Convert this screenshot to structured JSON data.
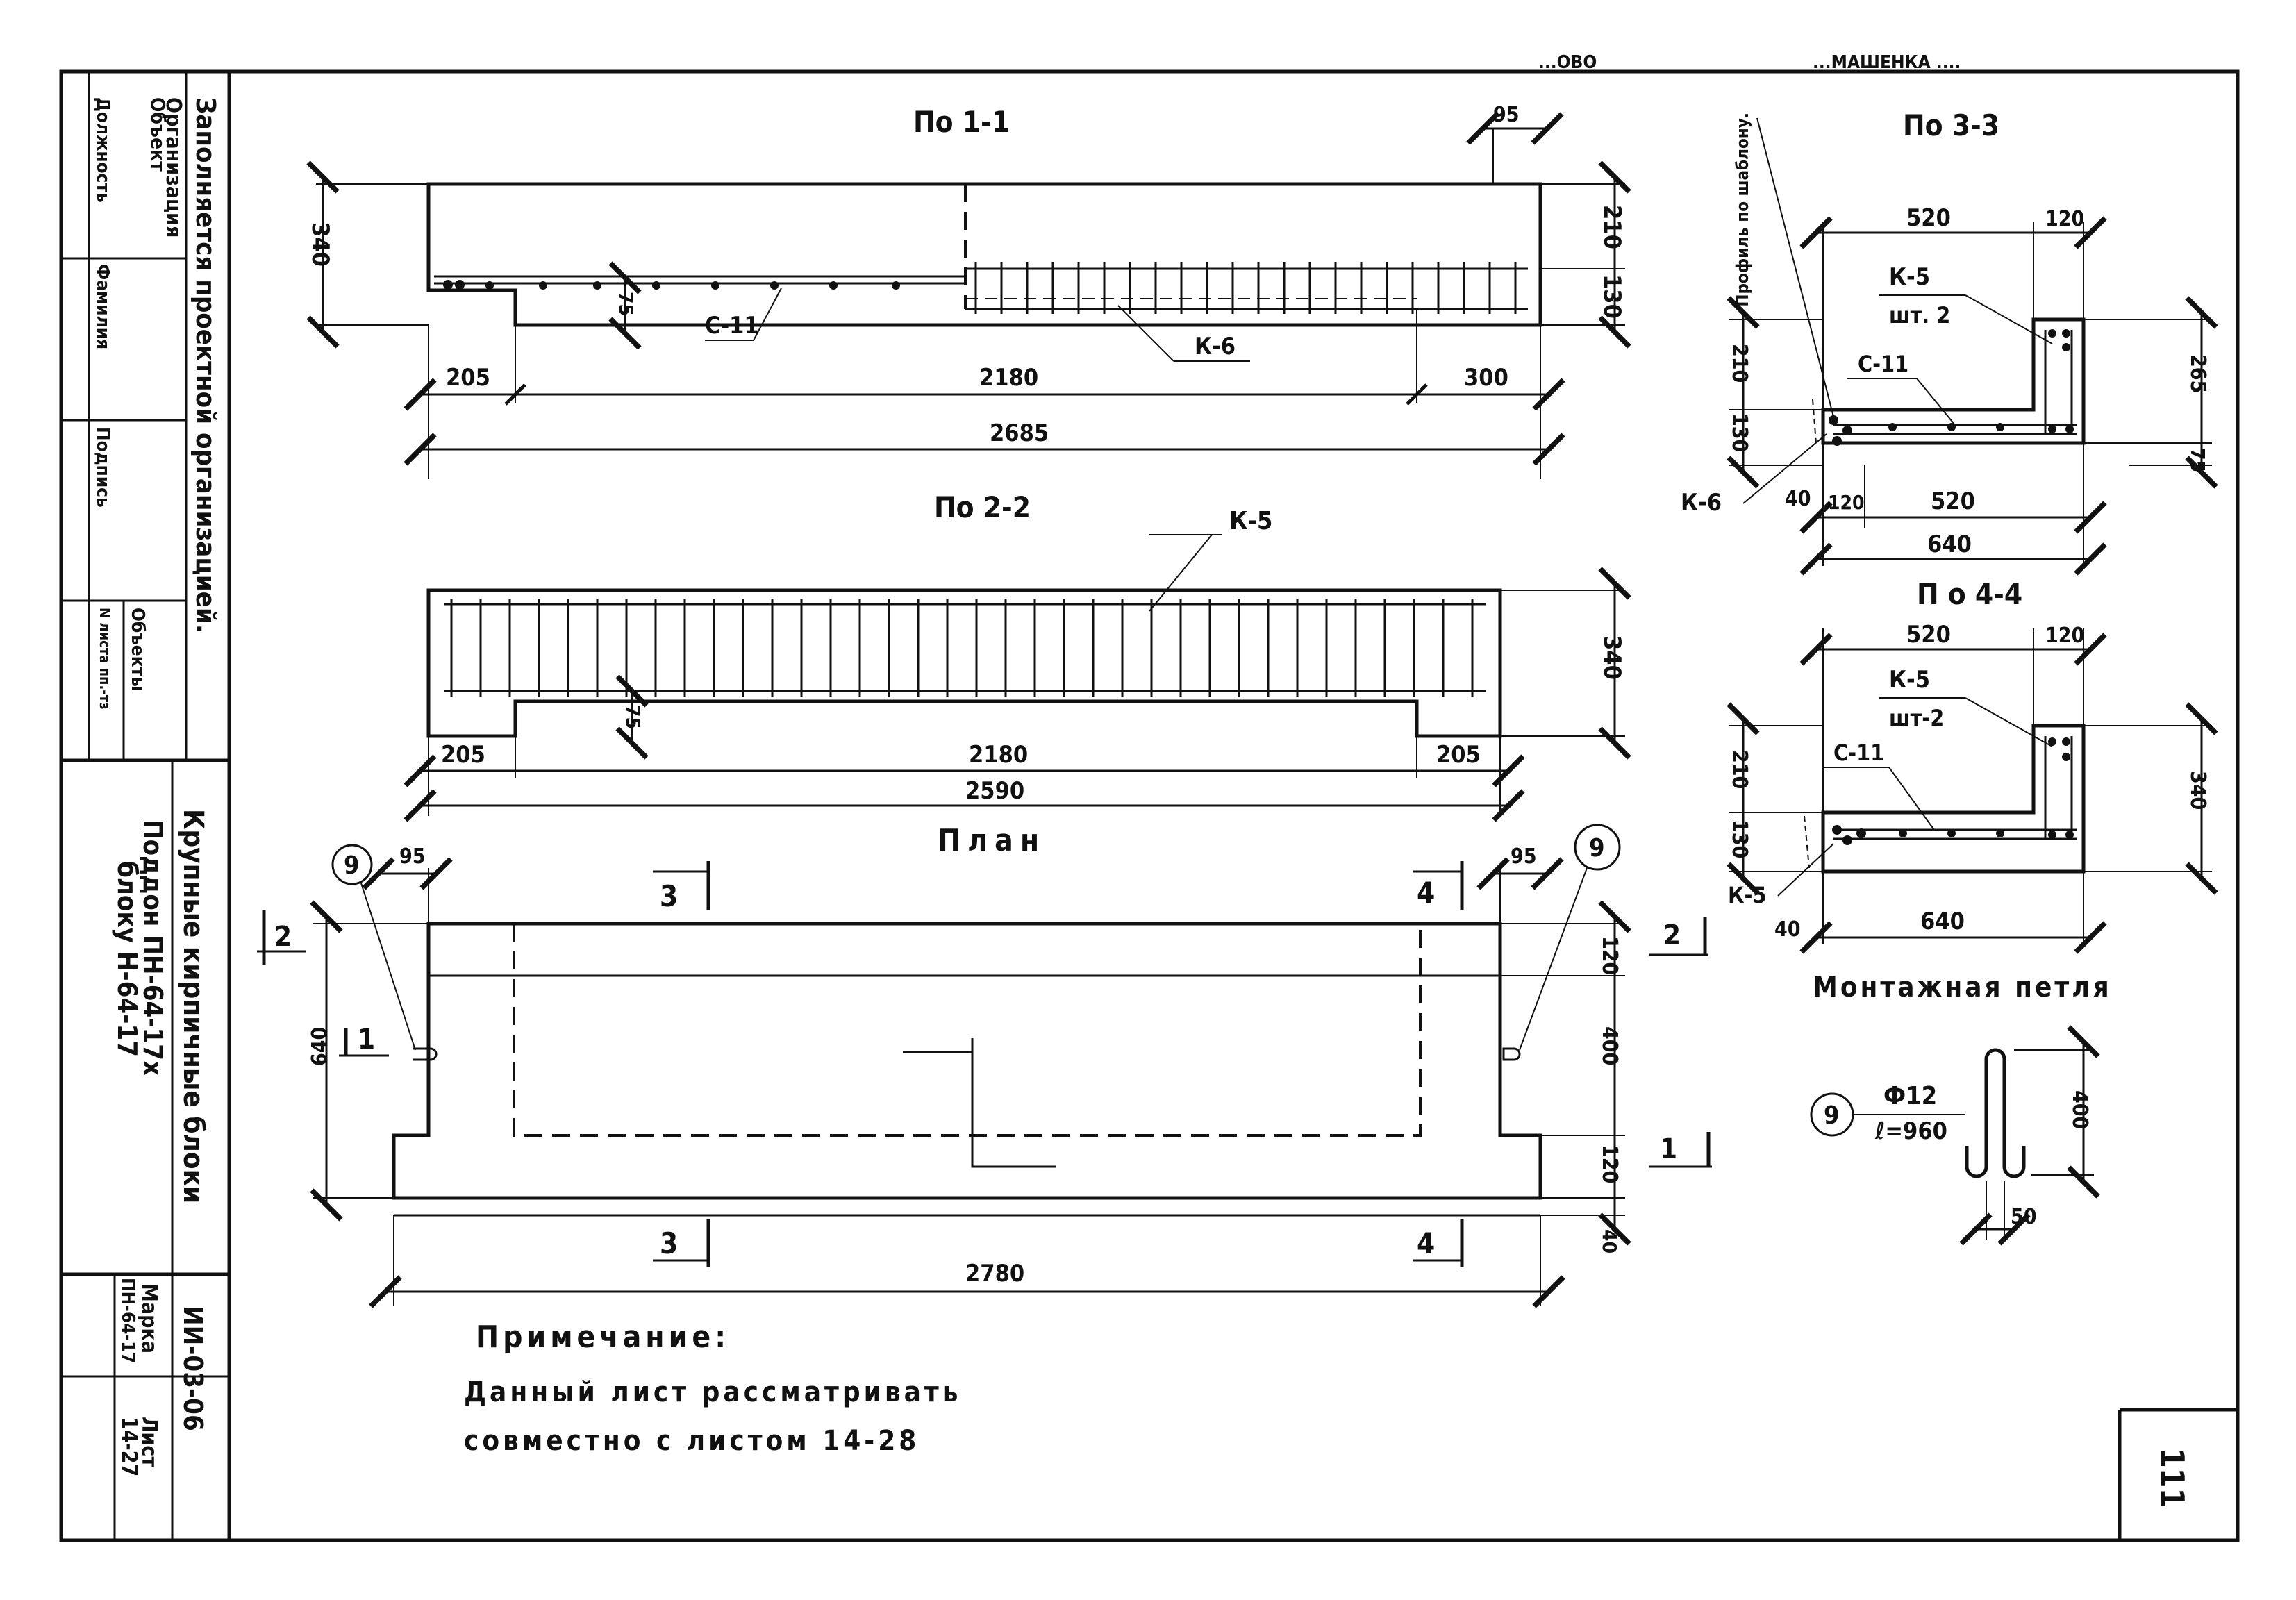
{
  "stamp": {
    "header": "Заполняется проектной организацией.",
    "organization_label": "Организация",
    "object_label": "Объект",
    "position_label": "Должность",
    "surname_label": "Фамилия",
    "signature_label": "Подпись",
    "objects_label": "Объекты",
    "sheet_no_label": "N листа пп.-тз",
    "title": "Крупные кирпичные блоки",
    "subtitle_1": "Поддон ПН-64-17х",
    "subtitle_2": "блоку Н-64-17",
    "series": "ИИ-03-06",
    "mark_label": "Марка",
    "mark_value": "ПН-64-17",
    "sheet_label": "Лист",
    "sheet_value": "14-27"
  },
  "top_clipped_text": [
    "...ОВО",
    "...МАШЕНКА ...."
  ],
  "page_number": "111",
  "sections": {
    "s11": {
      "title": "По 1-1",
      "dims": [
        "95",
        "340",
        "210",
        "130",
        "75",
        "205",
        "2180",
        "300",
        "2685"
      ],
      "labels": [
        "С-11",
        "К-6"
      ]
    },
    "s22": {
      "title": "По 2-2",
      "dims": [
        "340",
        "75",
        "205",
        "2180",
        "205",
        "2590"
      ],
      "labels": [
        "К-5"
      ]
    },
    "s33": {
      "title": "По 3-3",
      "dims": [
        "520",
        "120",
        "210",
        "130",
        "265",
        "75",
        "40",
        "120",
        "520",
        "640"
      ],
      "labels": [
        "К-5",
        "шт. 2",
        "С-11",
        "К-6"
      ],
      "note": "Профиль по шаблону."
    },
    "s44": {
      "title": "П о 4-4",
      "dims": [
        "520",
        "120",
        "210",
        "130",
        "340",
        "40",
        "640"
      ],
      "labels": [
        "К-5",
        "шт-2",
        "С-11",
        "К-5"
      ]
    },
    "plan": {
      "title": "План",
      "dims": [
        "95",
        "95",
        "640",
        "120",
        "400",
        "120",
        "40",
        "2780"
      ],
      "marks": [
        "9",
        "9"
      ],
      "cuts": [
        "1",
        "1",
        "2",
        "2",
        "3",
        "3",
        "4",
        "4"
      ]
    }
  },
  "loop": {
    "title": "Монтажная петля",
    "mark": "9",
    "diameter": "Ф12",
    "length": "ℓ=960",
    "dims": [
      "400",
      "50"
    ]
  },
  "note": {
    "title": "Примечание:",
    "line1": "Данный лист рассматривать",
    "line2": "совместно с листом 14-28"
  }
}
